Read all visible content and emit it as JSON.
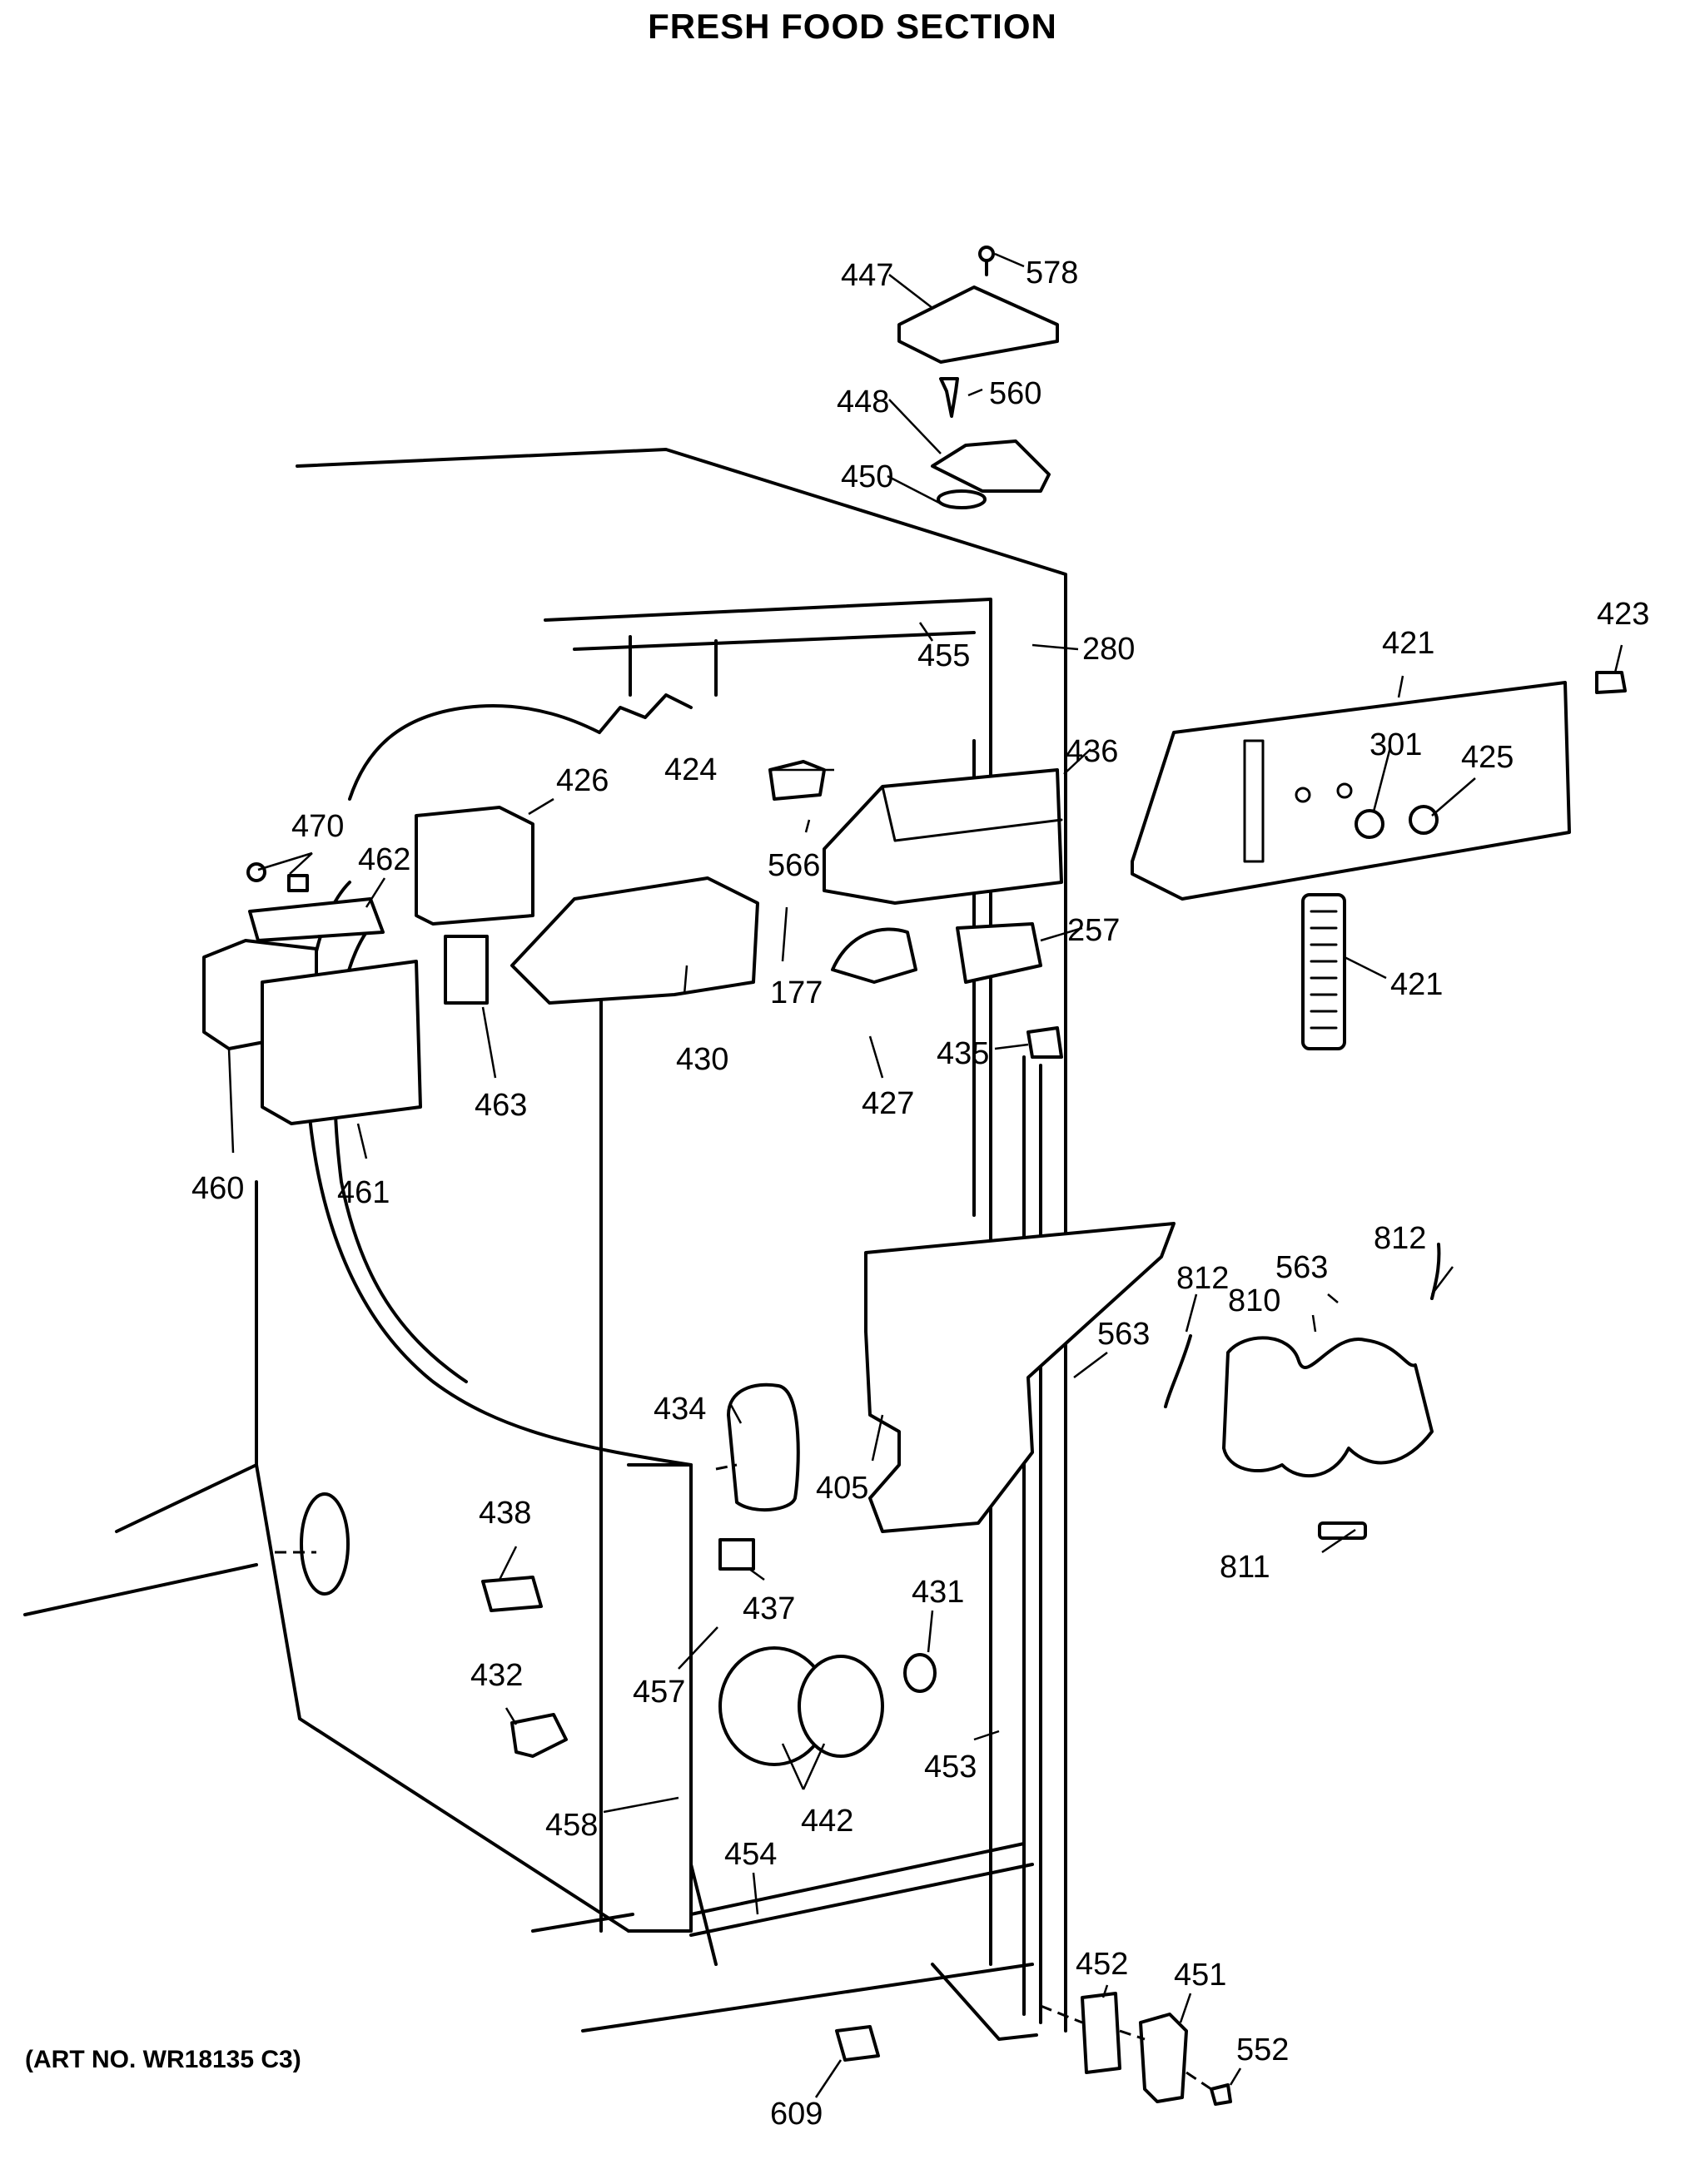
{
  "title": "FRESH FOOD SECTION",
  "art_no": "(ART NO. WR18135 C3)",
  "callouts": [
    {
      "id": "447",
      "text": "447"
    },
    {
      "id": "578",
      "text": "578"
    },
    {
      "id": "448",
      "text": "448"
    },
    {
      "id": "560",
      "text": "560"
    },
    {
      "id": "450",
      "text": "450"
    },
    {
      "id": "455",
      "text": "455"
    },
    {
      "id": "280",
      "text": "280"
    },
    {
      "id": "423",
      "text": "423"
    },
    {
      "id": "421a",
      "text": "421"
    },
    {
      "id": "436",
      "text": "436"
    },
    {
      "id": "424",
      "text": "424"
    },
    {
      "id": "301",
      "text": "301"
    },
    {
      "id": "425",
      "text": "425"
    },
    {
      "id": "426",
      "text": "426"
    },
    {
      "id": "470",
      "text": "470"
    },
    {
      "id": "566",
      "text": "566"
    },
    {
      "id": "462",
      "text": "462"
    },
    {
      "id": "257",
      "text": "257"
    },
    {
      "id": "421b",
      "text": "421"
    },
    {
      "id": "177",
      "text": "177"
    },
    {
      "id": "430",
      "text": "430"
    },
    {
      "id": "435",
      "text": "435"
    },
    {
      "id": "463",
      "text": "463"
    },
    {
      "id": "427",
      "text": "427"
    },
    {
      "id": "460",
      "text": "460"
    },
    {
      "id": "461",
      "text": "461"
    },
    {
      "id": "812a",
      "text": "812"
    },
    {
      "id": "812b",
      "text": "812"
    },
    {
      "id": "563a",
      "text": "563"
    },
    {
      "id": "810",
      "text": "810"
    },
    {
      "id": "563b",
      "text": "563"
    },
    {
      "id": "434",
      "text": "434"
    },
    {
      "id": "405",
      "text": "405"
    },
    {
      "id": "438",
      "text": "438"
    },
    {
      "id": "811",
      "text": "811"
    },
    {
      "id": "437",
      "text": "437"
    },
    {
      "id": "431",
      "text": "431"
    },
    {
      "id": "432",
      "text": "432"
    },
    {
      "id": "457",
      "text": "457"
    },
    {
      "id": "453",
      "text": "453"
    },
    {
      "id": "442",
      "text": "442"
    },
    {
      "id": "458",
      "text": "458"
    },
    {
      "id": "454",
      "text": "454"
    },
    {
      "id": "452",
      "text": "452"
    },
    {
      "id": "451",
      "text": "451"
    },
    {
      "id": "552",
      "text": "552"
    },
    {
      "id": "609",
      "text": "609"
    }
  ]
}
